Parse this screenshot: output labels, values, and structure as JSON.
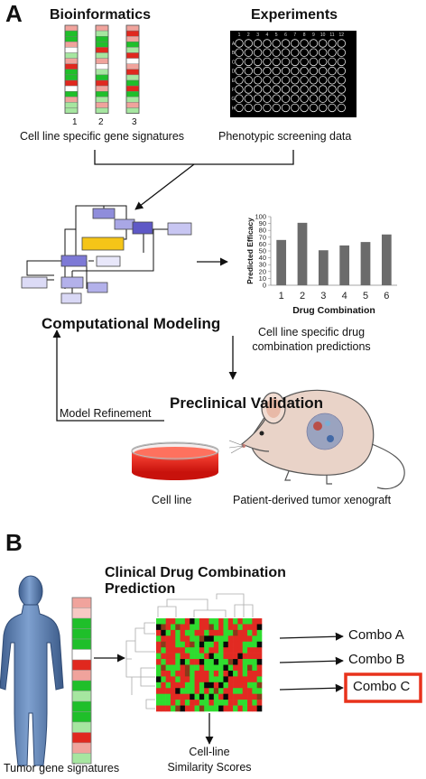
{
  "panel_a": {
    "letter": "A",
    "bioinformatics_title": "Bioinformatics",
    "experiments_title": "Experiments",
    "signature_columns": [
      "1",
      "2",
      "3"
    ],
    "signatures_caption": "Cell line specific gene signatures",
    "plate_columns": [
      "1",
      "2",
      "3",
      "4",
      "5",
      "6",
      "7",
      "8",
      "9",
      "10",
      "11",
      "12"
    ],
    "plate_rows": [
      "A",
      "B",
      "C",
      "D",
      "E",
      "F",
      "G",
      "H"
    ],
    "screening_caption": "Phenotypic screening data",
    "modeling_label": "Computational Modeling",
    "predictions_caption_line1": "Cell line specific drug",
    "predictions_caption_line2": "combination predictions",
    "preclinical_label": "Preclinical Validation",
    "refinement_label": "Model Refinement",
    "cell_line_label": "Cell line",
    "xenograft_label": "Patient-derived tumor xenograft"
  },
  "panel_b": {
    "letter": "B",
    "title_line1": "Clinical Drug Combination",
    "title_line2": "Prediction",
    "tumor_caption": "Tumor gene signatures",
    "scores_line1": "Cell-line",
    "scores_line2": "Similarity Scores",
    "combos": [
      "Combo A",
      "Combo B",
      "Combo C"
    ],
    "highlighted_combo": "Combo C",
    "highlight_color": "#e8321c"
  },
  "chart_data": {
    "type": "bar",
    "categories": [
      "1",
      "2",
      "3",
      "4",
      "5",
      "6"
    ],
    "values": [
      66,
      91,
      51,
      58,
      63,
      74
    ],
    "xlabel": "Drug Combination",
    "ylabel": "Predicted Efficacy",
    "ylim": [
      0,
      100
    ],
    "yticks": [
      "0",
      "10",
      "20",
      "30",
      "40",
      "50",
      "60",
      "70",
      "80",
      "90",
      "100"
    ],
    "bar_color": "#6b6b6b",
    "grid": false
  }
}
